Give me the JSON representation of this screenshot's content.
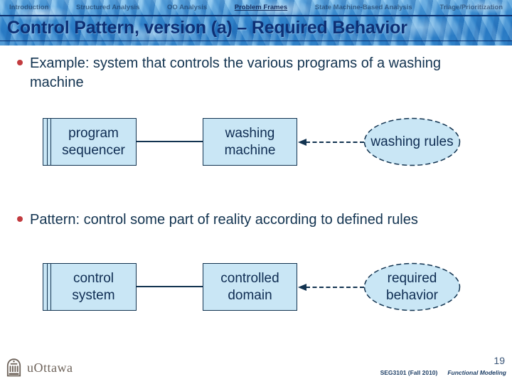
{
  "nav": {
    "items": [
      {
        "label": "Introduction",
        "active": false
      },
      {
        "label": "Structured Analysis",
        "active": false
      },
      {
        "label": "OO Analysis",
        "active": false
      },
      {
        "label": "Problem Frames",
        "active": true
      },
      {
        "label": "State Machine-Based Analysis",
        "active": false
      },
      {
        "label": "Triage/Prioritization",
        "active": false
      }
    ]
  },
  "header": {
    "title": "Control Pattern, version (a) – Required Behavior"
  },
  "content": {
    "bullet1": "Example: system that controls the various programs of a washing machine",
    "bullet2": "Pattern: control some part of reality according to defined rules"
  },
  "diagram_example": {
    "machine_label": "program sequencer",
    "domain_label": "washing machine",
    "requirement_label": "washing rules"
  },
  "diagram_pattern": {
    "machine_label": "control system",
    "domain_label": "controlled domain",
    "requirement_label": "required behavior"
  },
  "footer": {
    "logo_text": "uOttawa",
    "page_number": "19",
    "course": "SEG3101 (Fall 2010)",
    "module": "Functional Modeling"
  },
  "colors": {
    "ink": "#123350",
    "title-navy": "#0d2f74",
    "banner-line": "#0a2f6e",
    "box-fill": "#c9e6f5",
    "bullet-red": "#c23b3f",
    "logo-taupe": "#6e635a",
    "footer-navy": "#1e3f66",
    "page-navy": "#3a5577",
    "nav-active": "#122c5e"
  }
}
